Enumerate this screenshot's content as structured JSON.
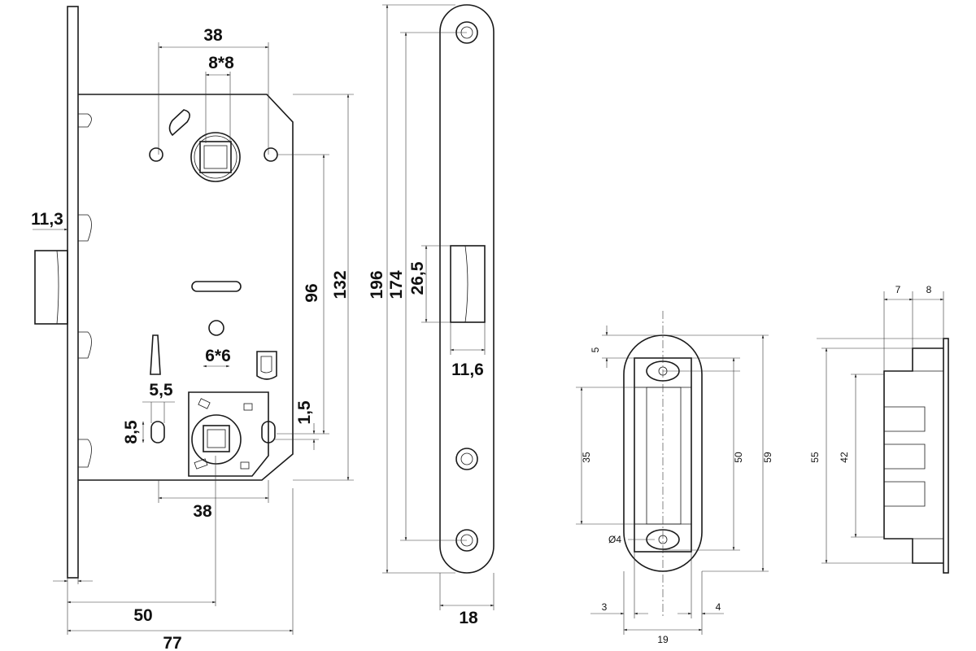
{
  "lock_body": {
    "dims": {
      "top_width": "38",
      "spindle_square": "8*8",
      "faceplate_offset": "11,3",
      "key_square": "6*6",
      "slot_width": "5,5",
      "slot_height": "8,5",
      "bottom_width": "38",
      "screw_offset": "1,5",
      "center_distance": "96",
      "body_height": "132",
      "backset": "50",
      "total_depth": "77"
    }
  },
  "faceplate": {
    "dims": {
      "total_height": "196",
      "screw_distance": "174",
      "latch_height": "26,5",
      "latch_width": "11,6",
      "width": "18"
    }
  },
  "strike_front": {
    "dims": {
      "top_offset": "5",
      "inner_height": "35",
      "hole_distance": "50",
      "total_height": "59",
      "hole_diameter": "Ø4",
      "left_margin": "3",
      "right_margin": "4",
      "width": "19"
    }
  },
  "strike_side": {
    "dims": {
      "depth_a": "7",
      "depth_b": "8",
      "outer_height": "55",
      "inner_height": "42"
    }
  }
}
